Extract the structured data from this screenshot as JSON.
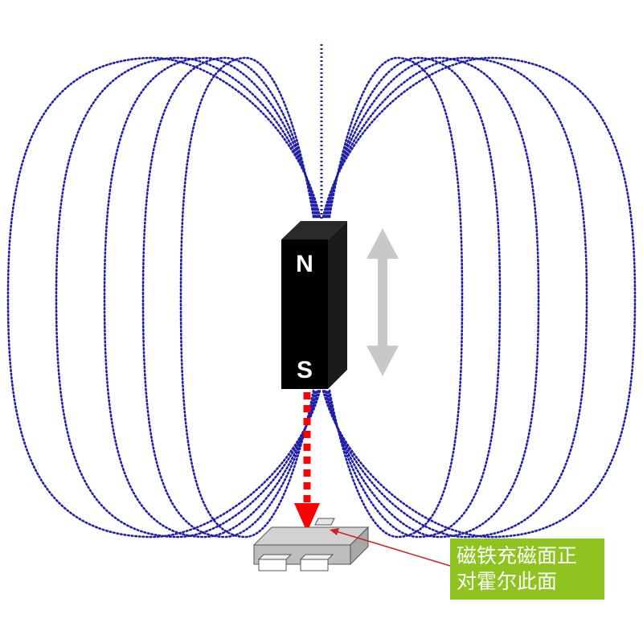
{
  "magnet": {
    "north_label": "N",
    "south_label": "S",
    "body_color": "#000000"
  },
  "field": {
    "line_color": "#1f1fa8",
    "loops_per_side": 5
  },
  "motion_arrow": {
    "icon": "double-vertical-arrow-icon",
    "color": "#c8c8c8"
  },
  "flux_arrow": {
    "icon": "dashed-down-arrow-icon",
    "color": "#ff0000"
  },
  "sensor": {
    "icon": "hall-sensor-chip-icon",
    "color": "#c8c8c8"
  },
  "leader_color": "#cc2222",
  "callout": {
    "line1": "磁铁充磁面正",
    "line2": "对霍尔此面",
    "background": "#8fc31f"
  }
}
